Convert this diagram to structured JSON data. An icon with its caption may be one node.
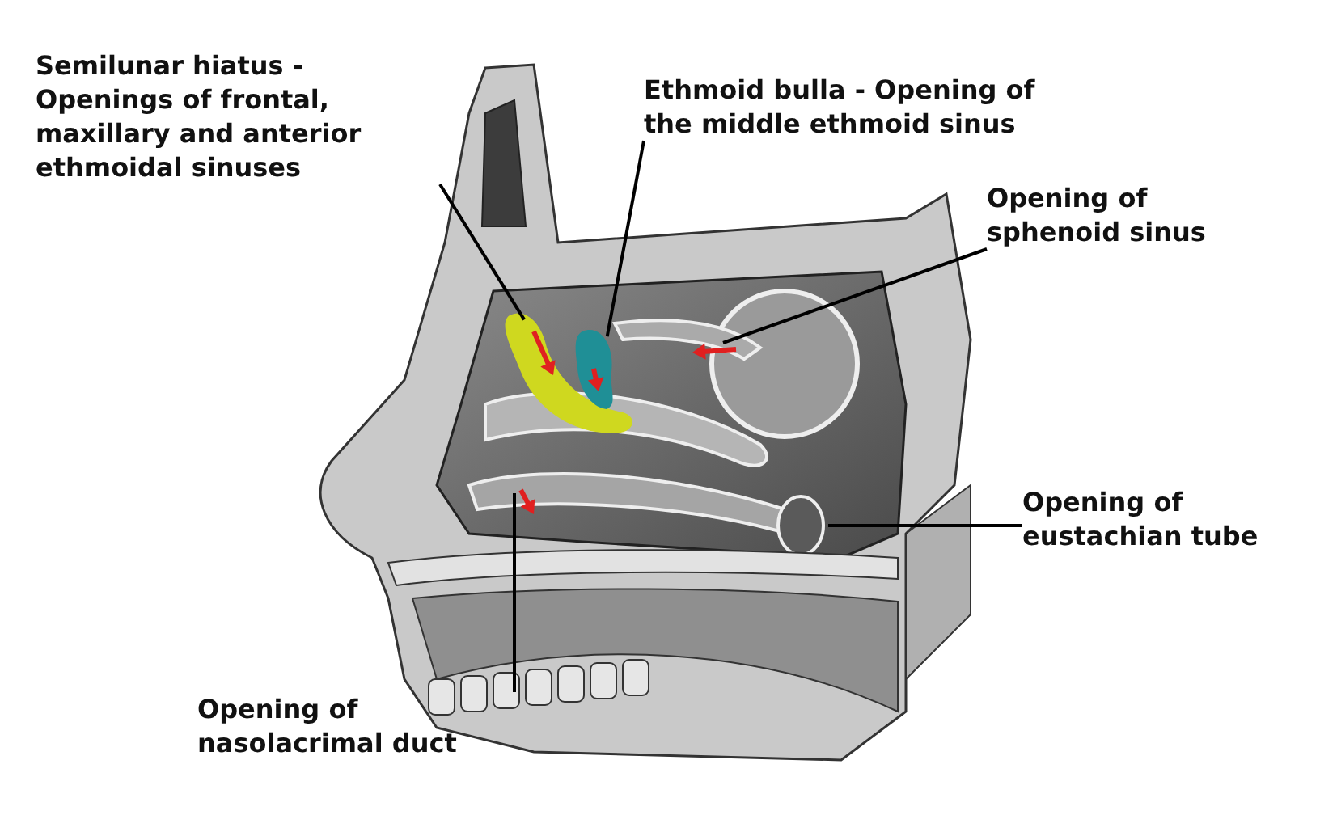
{
  "diagram": {
    "nodes": [
      {
        "text": [
          "Semilunar hiatus - Openings of frontal, maxillary and anterior ethmoidal sinuses"
        ]
      },
      {
        "text": [
          "Ethmoid bulla - Opening of the middle ethmoid sinus"
        ]
      },
      {
        "text": [
          "Opening of sphenoid sinus"
        ]
      },
      {
        "text": [
          "Opening of eustachian tube"
        ]
      },
      {
        "text": [
          "Opening of nasolacrimal duct"
        ]
      },
      {
        "text": [],
        "shape": "band"
      },
      {
        "text": [],
        "shape": "band"
      }
    ],
    "edges": [
      {
        "from": 0,
        "to": 5,
        "arrow": "none"
      },
      {
        "from": 1,
        "to": 6,
        "arrow": "none"
      },
      {
        "from": 2,
        "to": null,
        "arrow": "none"
      },
      {
        "from": 3,
        "to": null,
        "arrow": "none"
      },
      {
        "from": 4,
        "to": null,
        "arrow": "none"
      }
    ]
  }
}
